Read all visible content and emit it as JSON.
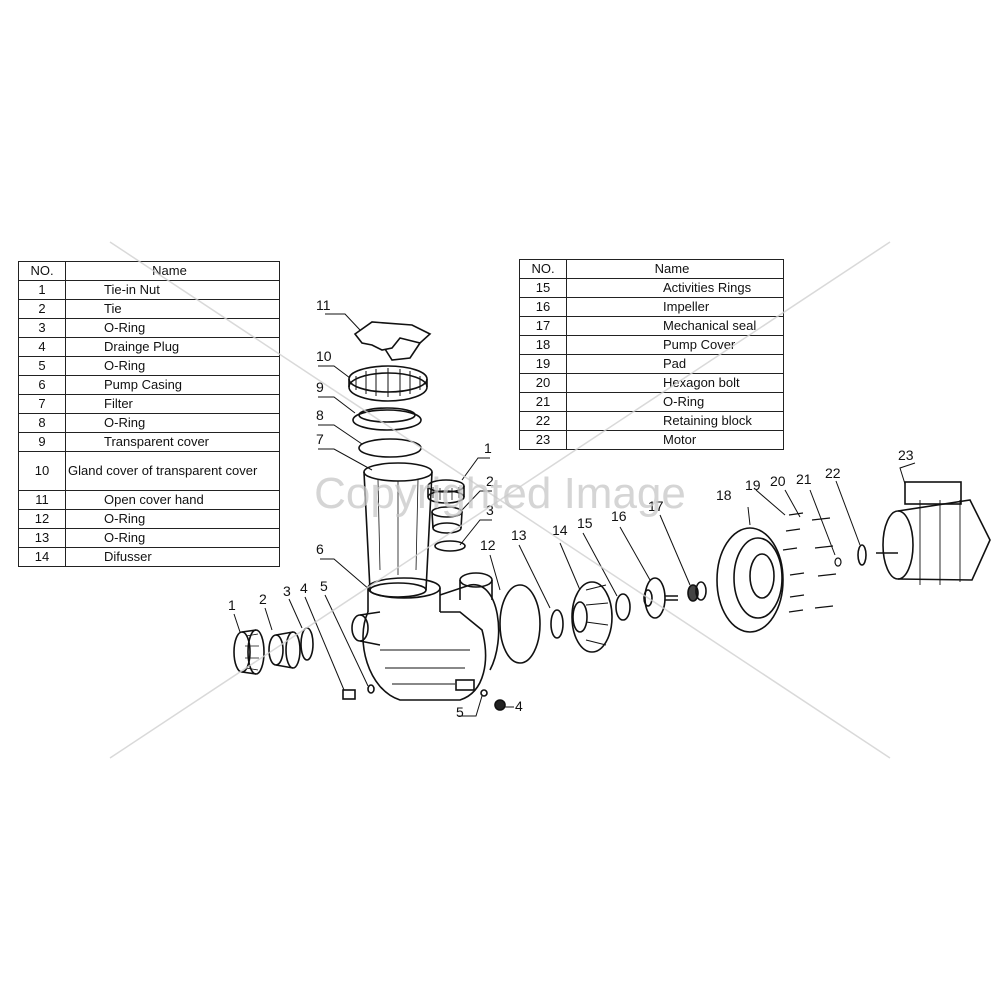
{
  "left_table": {
    "header_no": "NO.",
    "header_name": "Name",
    "rows": [
      {
        "no": "1",
        "name": "Tie-in Nut"
      },
      {
        "no": "2",
        "name": "Tie"
      },
      {
        "no": "3",
        "name": "O-Ring"
      },
      {
        "no": "4",
        "name": "Drainge Plug"
      },
      {
        "no": "5",
        "name": "O-Ring"
      },
      {
        "no": "6",
        "name": "Pump Casing"
      },
      {
        "no": "7",
        "name": "Filter"
      },
      {
        "no": "8",
        "name": "O-Ring"
      },
      {
        "no": "9",
        "name": "Transparent cover"
      },
      {
        "no": "10",
        "name": "Gland cover of transparent cover"
      },
      {
        "no": "11",
        "name": "Open cover hand"
      },
      {
        "no": "12",
        "name": "O-Ring"
      },
      {
        "no": "13",
        "name": "O-Ring"
      },
      {
        "no": "14",
        "name": "Difusser"
      }
    ]
  },
  "right_table": {
    "header_no": "NO.",
    "header_name": "Name",
    "rows": [
      {
        "no": "15",
        "name": "Activities Rings"
      },
      {
        "no": "16",
        "name": "Impeller"
      },
      {
        "no": "17",
        "name": "Mechanical seal"
      },
      {
        "no": "18",
        "name": "Pump Cover"
      },
      {
        "no": "19",
        "name": "Pad"
      },
      {
        "no": "20",
        "name": "Hexagon bolt"
      },
      {
        "no": "21",
        "name": "O-Ring"
      },
      {
        "no": "22",
        "name": "Retaining block"
      },
      {
        "no": "23",
        "name": "Motor"
      }
    ]
  },
  "callouts": {
    "c11": "11",
    "c10": "10",
    "c9": "9",
    "c8": "8",
    "c7": "7",
    "c1_top": "1",
    "c2_top": "2",
    "c3_top": "3",
    "c6": "6",
    "c1_left": "1",
    "c2_left": "2",
    "c3_left": "3",
    "c4_left": "4",
    "c5_left": "5",
    "c5_bottom": "5",
    "c4_bottom": "4",
    "c12": "12",
    "c13": "13",
    "c14": "14",
    "c15": "15",
    "c16": "16",
    "c17": "17",
    "c18": "18",
    "c19": "19",
    "c20": "20",
    "c21": "21",
    "c22": "22",
    "c23": "23"
  },
  "watermark": "Copyrighted Image"
}
